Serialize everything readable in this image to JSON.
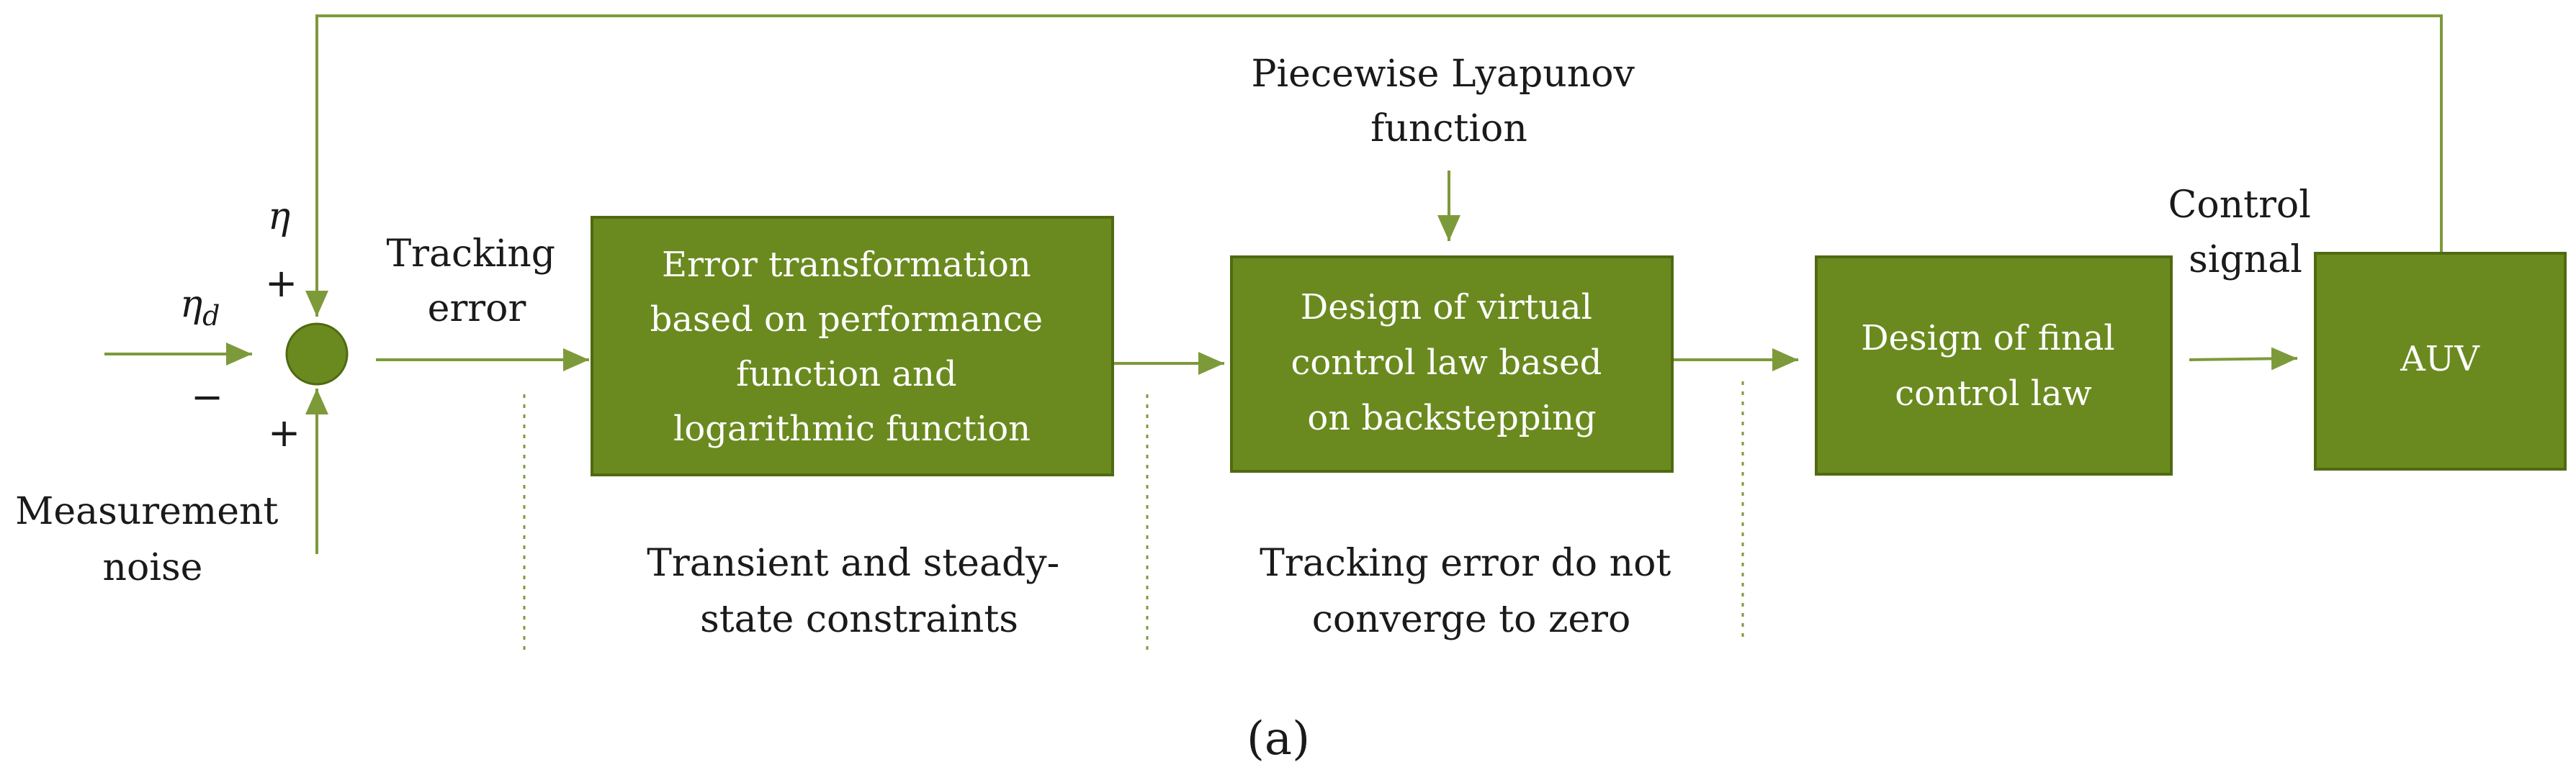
{
  "colors": {
    "block_fill": "#6a8a1f",
    "block_stroke": "#4f6a12",
    "line": "#7d9a3a",
    "text": "#1a1a1a",
    "block_text": "#ffffff"
  },
  "inputs": {
    "reference": "η",
    "reference_subscript": "d",
    "feedback": "η",
    "plus_top": "+",
    "minus": "−",
    "plus_bottom": "+",
    "noise_line1": "Measurement",
    "noise_line2": "noise"
  },
  "labels": {
    "tracking_error_line1": "Tracking",
    "tracking_error_line2": "error",
    "lyapunov_line1": "Piecewise Lyapunov",
    "lyapunov_line2": "function",
    "control_signal_line1": "Control",
    "control_signal_line2": "signal"
  },
  "blocks": {
    "error_transform": [
      "Error transformation",
      "based on performance",
      "function and",
      "logarithmic function"
    ],
    "virtual_control": [
      "Design of virtual",
      "control law based",
      "on backstepping"
    ],
    "final_control": [
      "Design of final",
      "control law"
    ],
    "auv": [
      "AUV"
    ]
  },
  "notes": {
    "constraints": [
      "Transient and steady-",
      "state constraints"
    ],
    "convergence": [
      "Tracking error do not",
      "converge to zero"
    ]
  },
  "caption": "(a)"
}
